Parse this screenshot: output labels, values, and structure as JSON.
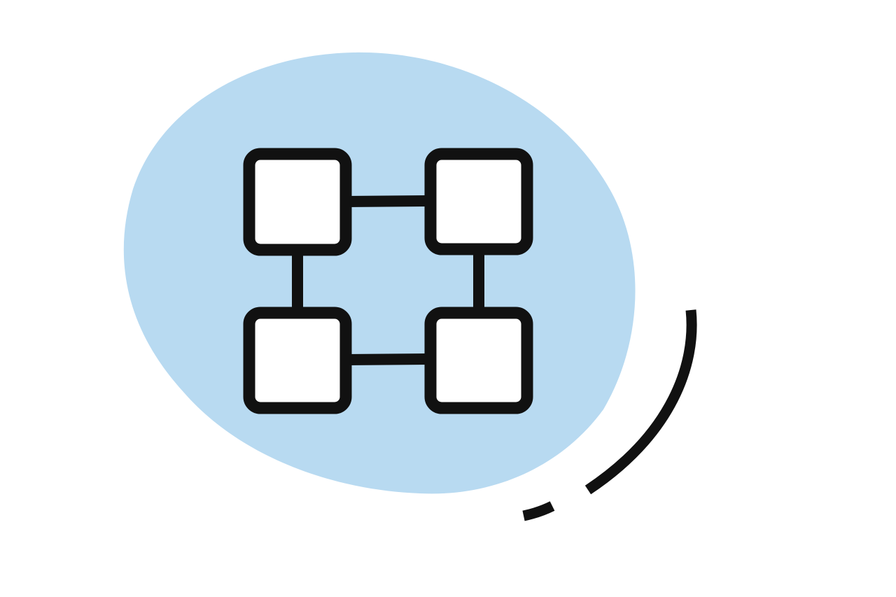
{
  "illustration": {
    "subject": "network-grid-icon",
    "colors": {
      "background": "#ffffff",
      "blob": "#b8daf1",
      "stroke": "#111111",
      "node_fill": "#ffffff"
    },
    "grid": {
      "rows": 2,
      "columns": 2,
      "node_count": 4,
      "connector_count": 4
    },
    "accent": {
      "name": "swoosh-arc",
      "segments": 2
    }
  }
}
